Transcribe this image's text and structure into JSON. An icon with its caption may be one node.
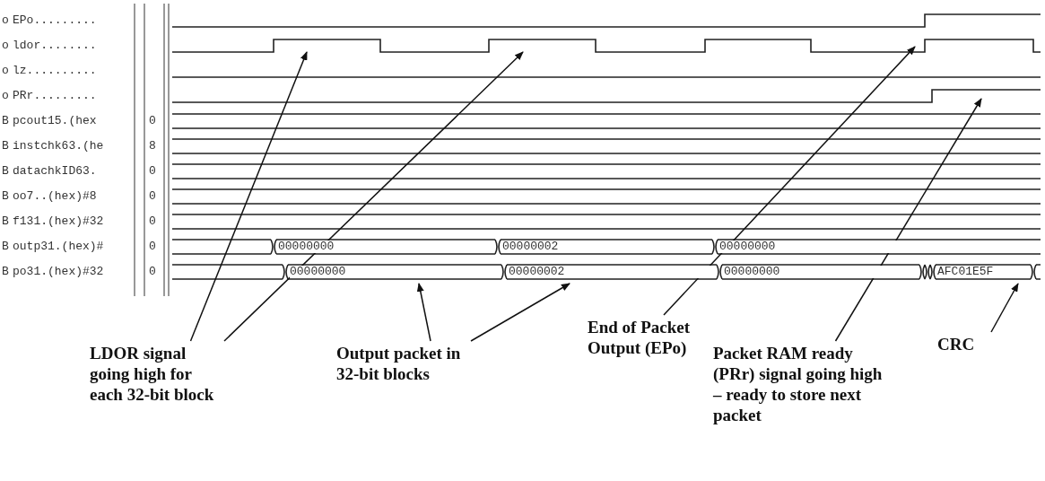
{
  "diagram": {
    "nodes": [
      {
        "text": [
          "LDOR signal going high for each 32-bit block"
        ]
      },
      {
        "text": [
          "Output packet in 32-bit blocks"
        ]
      },
      {
        "text": [
          "End of Packet Output (EPo)"
        ]
      },
      {
        "text": [
          "Packet RAM ready (PRr) signal going high – ready to store next packet"
        ]
      },
      {
        "text": [
          "CRC"
        ]
      },
      {
        "text": [
          "00000000"
        ]
      },
      {
        "text": [
          "00000002"
        ]
      },
      {
        "text": [
          "00000000"
        ]
      },
      {
        "text": [
          "00000000"
        ]
      },
      {
        "text": [
          "00000002"
        ]
      },
      {
        "text": [
          "00000000"
        ]
      },
      {
        "text": [
          "AFC01E5F"
        ]
      }
    ],
    "edges": [
      {
        "from": 0,
        "to": null,
        "arrow": "to"
      },
      {
        "from": 0,
        "to": null,
        "arrow": "to"
      },
      {
        "from": 1,
        "to": 8,
        "arrow": "to"
      },
      {
        "from": 1,
        "to": 9,
        "arrow": "to"
      },
      {
        "from": 2,
        "to": null,
        "arrow": "to"
      },
      {
        "from": 3,
        "to": null,
        "arrow": "to"
      },
      {
        "from": 4,
        "to": 11,
        "arrow": "to"
      }
    ],
    "labels": [
      "o",
      "EPo.........",
      "o",
      "ldor........",
      "o",
      "lz..........",
      "o",
      "PRr.........",
      "B",
      "pcout15.(hex",
      "0",
      "B",
      "instchk63.(he",
      "8",
      "B",
      "datachkID63.",
      "0",
      "B",
      "oo7..(hex)#8",
      "0",
      "B",
      "f131.(hex)#32",
      "0",
      "B",
      "outp31.(hex)#",
      "0",
      "B",
      "po31.(hex)#32",
      "0"
    ]
  }
}
